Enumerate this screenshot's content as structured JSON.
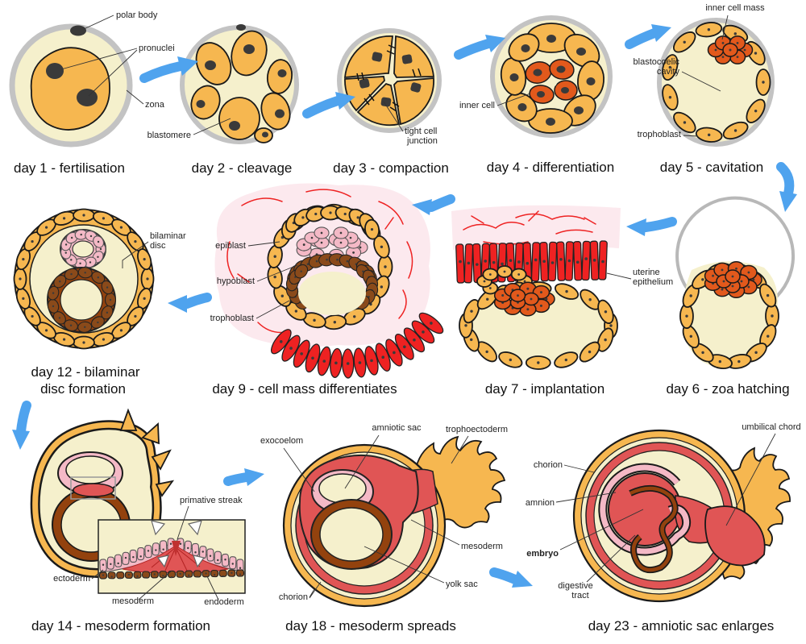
{
  "colors": {
    "orange": "#F6B750",
    "redorange": "#E2591C",
    "red": "#EE2222",
    "mesored": "#E05555",
    "pink": "#F4B9C6",
    "tissuepink": "#FCE9EE",
    "brown": "#8A4A1A",
    "yolk": "#93420E",
    "cream": "#F5F0CC",
    "grey": "#C3C3C3",
    "blue": "#4FA3EE",
    "dark": "#3A3A3A",
    "ink": "#1A1A1A"
  },
  "stages": [
    {
      "id": "day1",
      "caption": "day 1 - fertilisation",
      "labels": [
        "polar body",
        "pronuclei",
        "zona"
      ]
    },
    {
      "id": "day2",
      "caption": "day 2 - cleavage",
      "labels": [
        "blastomere"
      ]
    },
    {
      "id": "day3",
      "caption": "day 3 - compaction",
      "labels": [
        "tight cell",
        "junction"
      ]
    },
    {
      "id": "day4",
      "caption": "day 4 - differentiation",
      "labels": [
        "inner cell"
      ]
    },
    {
      "id": "day5",
      "caption": "day 5 - cavitation",
      "labels": [
        "inner cell mass",
        "blastocoelic",
        "cavity",
        "trophoblast"
      ]
    },
    {
      "id": "day6",
      "caption": "day 6 - zoa hatching",
      "labels": []
    },
    {
      "id": "day7",
      "caption": "day 7 - implantation",
      "labels": [
        "uterine",
        "epithelium"
      ]
    },
    {
      "id": "day9",
      "caption": "day 9 - cell mass differentiates",
      "labels": [
        "epiblast",
        "hypoblast",
        "trophoblast"
      ]
    },
    {
      "id": "day12",
      "caption": "day 12 - bilaminar",
      "caption2": "disc formation",
      "labels": [
        "bilaminar",
        "disc"
      ]
    },
    {
      "id": "day14",
      "caption": "day 14 - mesoderm formation",
      "labels": [
        "primative streak",
        "ectoderm",
        "mesoderm",
        "endoderm"
      ]
    },
    {
      "id": "day18",
      "caption": "day 18 - mesoderm spreads",
      "labels": [
        "exocoelom",
        "amniotic sac",
        "trophoectoderm",
        "mesoderm",
        "yolk sac",
        "chorion"
      ]
    },
    {
      "id": "day23",
      "caption": "day 23 - amniotic sac enlarges",
      "labels": [
        "umbilical chord",
        "chorion",
        "amnion",
        "embryo",
        "digestive",
        "tract"
      ]
    }
  ]
}
